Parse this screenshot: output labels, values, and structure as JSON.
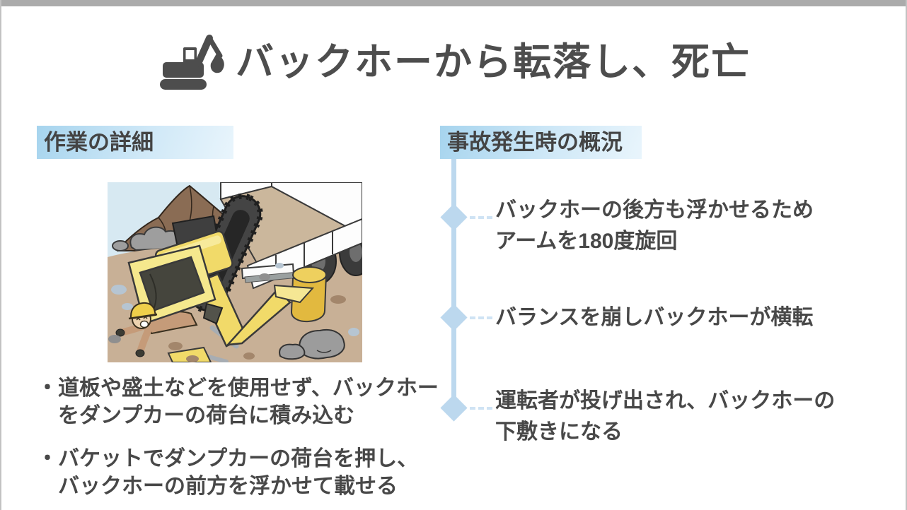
{
  "title": {
    "text": "バックホーから転落し、死亡",
    "icon": "excavator-icon",
    "color": "#4d4d4d"
  },
  "left_section": {
    "header": "作業の詳細",
    "bullet_marker": "・",
    "bullets": [
      {
        "lines": [
          "道板や盛土などを使用せず、バックホー",
          "をダンプカーの荷台に積み込む"
        ]
      },
      {
        "lines": [
          "バケットでダンプカーの荷台を押し、",
          "バックホーの前方を浮かせて載せる"
        ]
      }
    ]
  },
  "right_section": {
    "header": "事故発生時の概況",
    "timeline_items": [
      {
        "lines": [
          "バックホーの後方も浮かせるため",
          "アームを180度旋回"
        ]
      },
      {
        "lines": [
          "バランスを崩しバックホーが横転"
        ]
      },
      {
        "lines": [
          "運転者が投げ出され、バックホーの",
          "下敷きになる"
        ]
      }
    ]
  },
  "colors": {
    "text_dark": "#4d4d4d",
    "header_gradient_start": "#a6d4ee",
    "header_gradient_end": "#e9f5fc",
    "timeline_accent": "#bcd8ee",
    "edge_gray": "#ababab"
  }
}
